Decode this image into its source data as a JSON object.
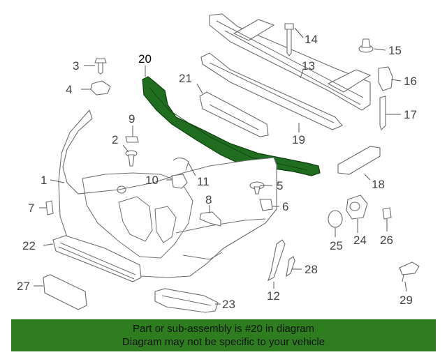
{
  "colors": {
    "highlight": "#1f6e1f",
    "banner": "#2e7d1f",
    "line": "#6b6b6b"
  },
  "highlighted_part": "20",
  "labels": {
    "p1": "1",
    "p2": "2",
    "p3": "3",
    "p4": "4",
    "p5": "5",
    "p6": "6",
    "p7": "7",
    "p8": "8",
    "p9": "9",
    "p10": "10",
    "p11": "11",
    "p12": "12",
    "p13": "13",
    "p14": "14",
    "p15": "15",
    "p16": "16",
    "p17": "17",
    "p18": "18",
    "p19": "19",
    "p20": "20",
    "p21": "21",
    "p22": "22",
    "p23": "23",
    "p24": "24",
    "p25": "25",
    "p26": "26",
    "p27": "27",
    "p28": "28",
    "p29": "29"
  },
  "banner": {
    "line1": "Part or sub-assembly is #20 in diagram",
    "line2": "Diagram may not be specific to your vehicle"
  }
}
